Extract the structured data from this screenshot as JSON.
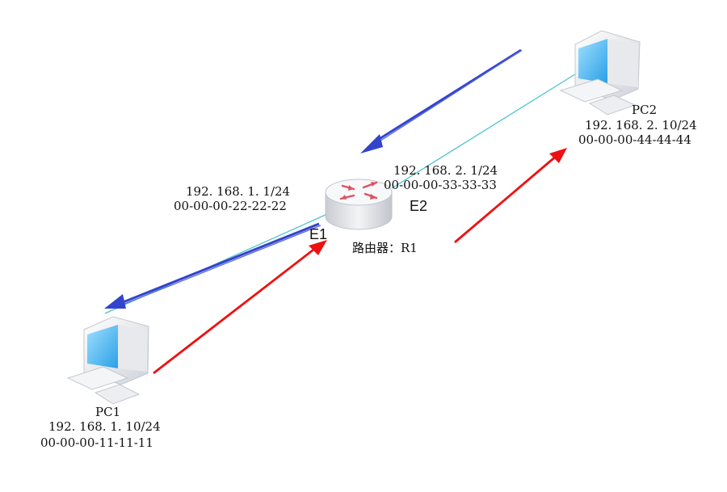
{
  "router": {
    "name": "路由器：R1",
    "e1_label": "E1",
    "e2_label": "E2",
    "e1_ip": "192. 168. 1. 1/24",
    "e1_mac": "00-00-00-22-22-22",
    "e2_ip": "192. 168. 2. 1/24",
    "e2_mac": "00-00-00-33-33-33"
  },
  "pc1": {
    "name": "PC1",
    "ip": "192. 168. 1. 10/24",
    "mac": "00-00-00-11-11-11"
  },
  "pc2": {
    "name": "PC2",
    "ip": "192. 168. 2. 10/24",
    "mac": "00-00-00-44-44-44"
  },
  "colors": {
    "link": "#4fc3cf",
    "request_arrow": "#ee1111",
    "reply_arrow": "#3344cc",
    "router_arrow": "#e05060",
    "screen": "#3db3f0"
  }
}
